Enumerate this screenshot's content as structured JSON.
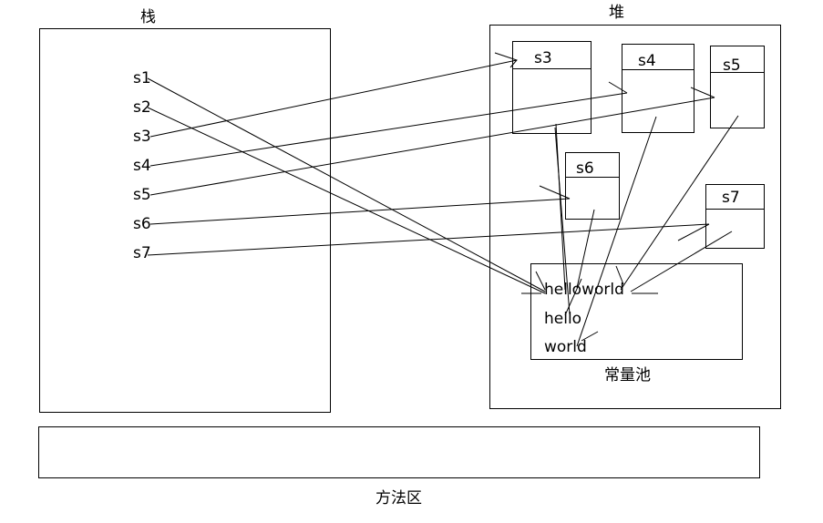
{
  "stack": {
    "title": "栈",
    "vars": [
      "s1",
      "s2",
      "s3",
      "s4",
      "s5",
      "s6",
      "s7"
    ]
  },
  "heap": {
    "title": "堆",
    "objects": {
      "s3": "s3",
      "s4": "s4",
      "s5": "s5",
      "s6": "s6",
      "s7": "s7"
    },
    "pool": {
      "title": "常量池",
      "items": [
        "helloworld",
        "hello",
        "world"
      ]
    }
  },
  "method_area": {
    "title": "方法区"
  }
}
